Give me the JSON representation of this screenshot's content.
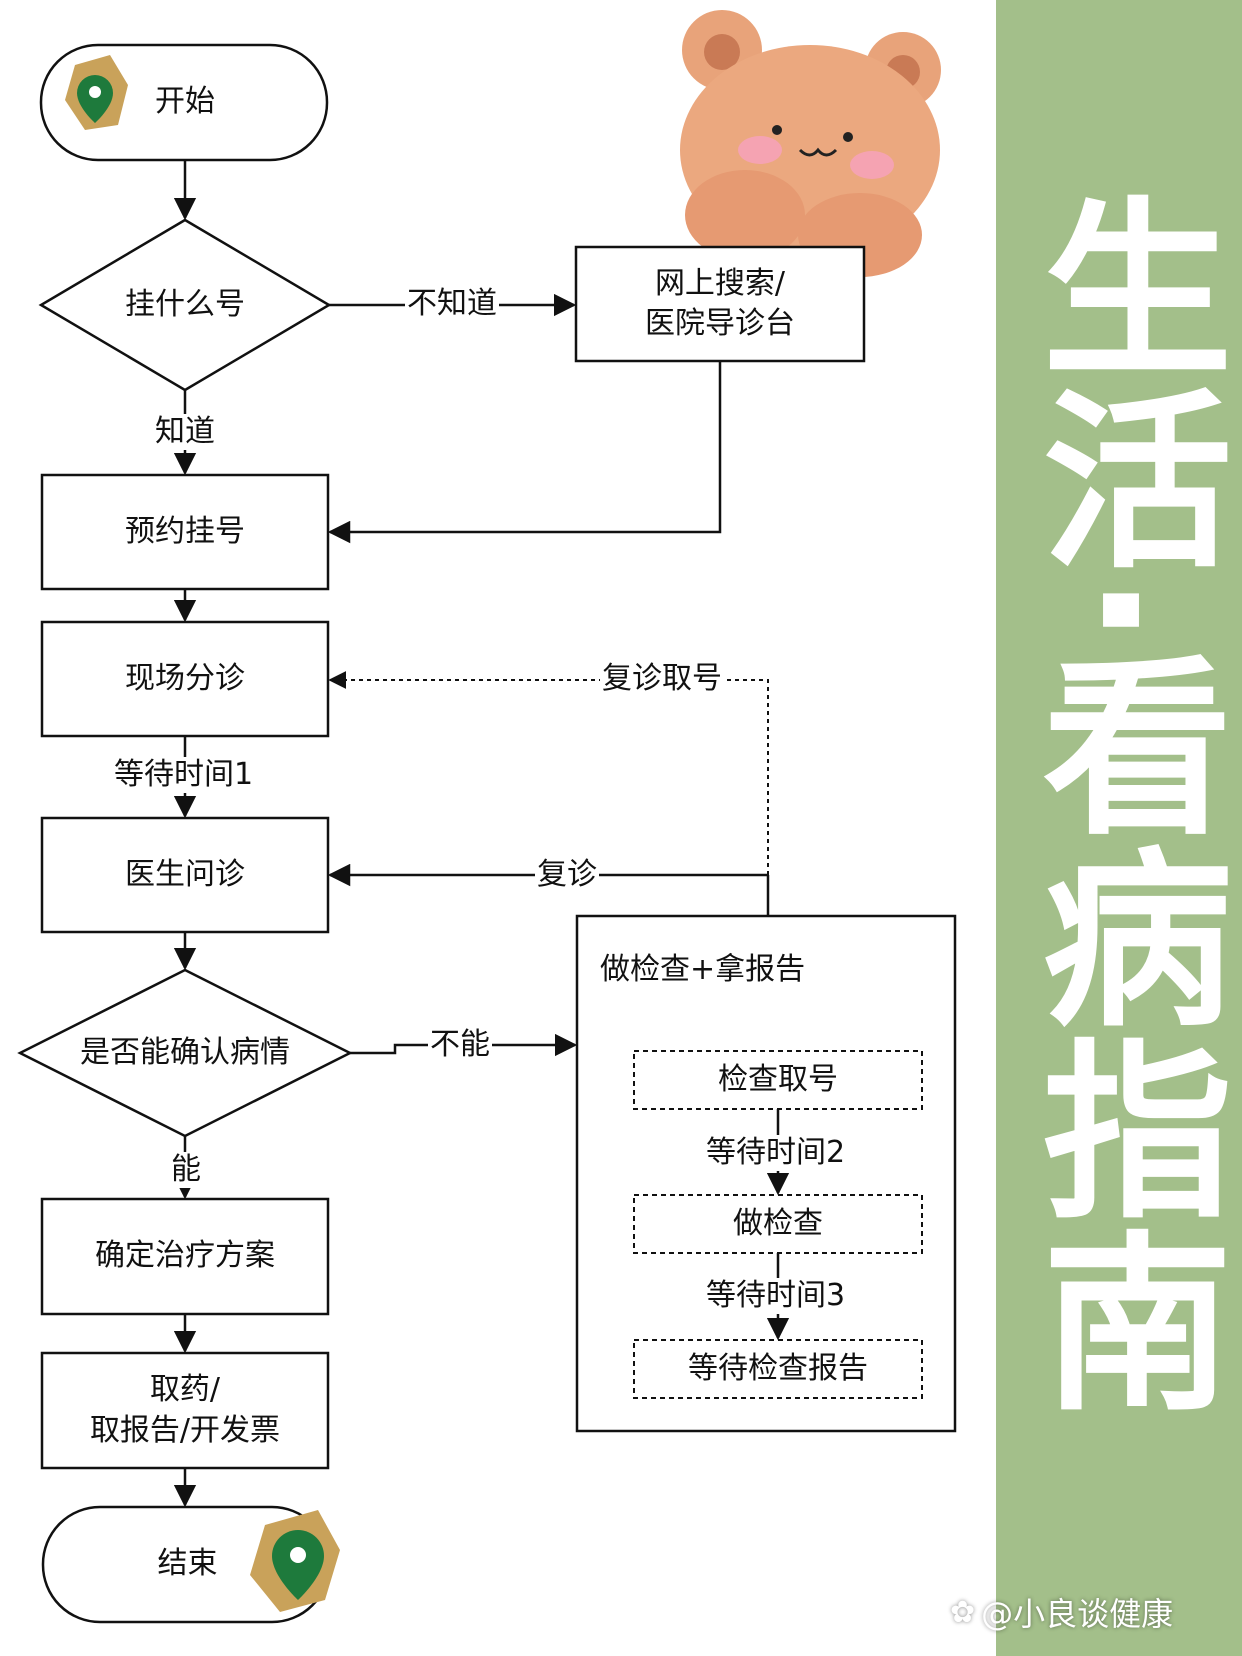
{
  "side_title": "生活·看病指南",
  "watermark": "@小良谈健康",
  "nodes": {
    "start": "开始",
    "what_number": "挂什么号",
    "online_search": "网上搜索/\n医院导诊台",
    "book": "预约挂号",
    "triage": "现场分诊",
    "doctor": "医生问诊",
    "confirm": "是否能确认病情",
    "plan": "确定治疗方案",
    "pickup": "取药/\n取报告/开发票",
    "end": "结束",
    "exam_group": "做检查+拿报告",
    "exam_number": "检查取号",
    "do_exam": "做检查",
    "wait_report": "等待检查报告"
  },
  "edges": {
    "dont_know": "不知道",
    "know": "知道",
    "revisit_number": "复诊取号",
    "wait1": "等待时间1",
    "revisit": "复诊",
    "cannot": "不能",
    "can": "能",
    "wait2": "等待时间2",
    "wait3": "等待时间3"
  },
  "colors": {
    "side_band": "#a3bf8a",
    "pin_green": "#1e7a3c",
    "pin_tan": "#c9a25a",
    "bear": "#e8a37a"
  },
  "icons": [
    "location-pin-icon",
    "teddy-bear-icon",
    "paw-icon"
  ]
}
